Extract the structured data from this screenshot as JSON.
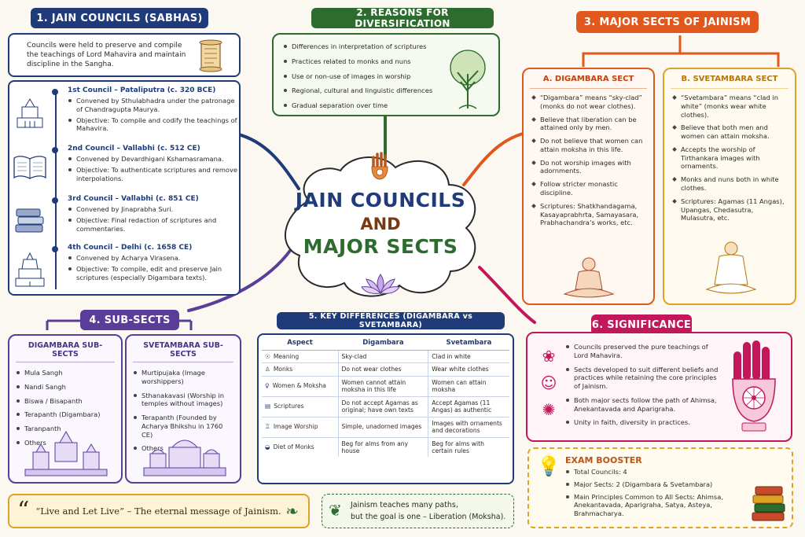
{
  "center": {
    "line1": "JAIN COUNCILS",
    "line2": "AND",
    "line3": "MAJOR SECTS"
  },
  "councils": {
    "header": "1. JAIN COUNCILS (SABHAS)",
    "intro": "Councils were held to preserve and compile the teachings of Lord Mahavira and maintain discipline in the Sangha.",
    "items": [
      {
        "title": "1st Council – Pataliputra (c. 320 BCE)",
        "points": [
          "Convened by Sthulabhadra under the patronage of Chandragupta Maurya.",
          "Objective: To compile and codify the teachings of Mahavira."
        ]
      },
      {
        "title": "2nd Council – Vallabhi (c. 512 CE)",
        "points": [
          "Convened by Devardhigani Kshamasramana.",
          "Objective: To authenticate scriptures and remove interpolations."
        ]
      },
      {
        "title": "3rd Council – Vallabhi (c. 851 CE)",
        "points": [
          "Convened by Jinaprabha Suri.",
          "Objective: Final redaction of scriptures and commentaries."
        ]
      },
      {
        "title": "4th Council – Delhi (c. 1658 CE)",
        "points": [
          "Convened by Acharya Virasena.",
          "Objective: To compile, edit and preserve Jain scriptures (especially Digambara texts)."
        ]
      }
    ]
  },
  "reasons": {
    "header": "2. REASONS FOR DIVERSIFICATION",
    "items": [
      "Differences in interpretation of scriptures",
      "Practices related to monks and nuns",
      "Use or non-use of images in worship",
      "Regional, cultural and linguistic differences",
      "Gradual separation over time"
    ]
  },
  "sects": {
    "header": "3. MAJOR SECTS OF JAINISM",
    "digambara": {
      "title": "A. DIGAMBARA SECT",
      "items": [
        "“Digambara” means “sky-clad” (monks do not wear clothes).",
        "Believe that liberation can be attained only by men.",
        "Do not believe that women can attain moksha in this life.",
        "Do not worship images with adornments.",
        "Follow stricter monastic discipline.",
        "Scriptures: Shatkhandagama, Kasayaprabhrta, Samayasara, Prabhachandra’s works, etc."
      ]
    },
    "svetambara": {
      "title": "B. SVETAMBARA SECT",
      "items": [
        "“Svetambara” means “clad in white” (monks wear white clothes).",
        "Believe that both men and women can attain moksha.",
        "Accepts the worship of Tirthankara images with ornaments.",
        "Monks and nuns both in white clothes.",
        "Scriptures: Agamas (11 Angas), Upangas, Chedasutra, Mulasutra, etc."
      ]
    }
  },
  "subsects": {
    "header": "4. SUB-SECTS",
    "digambara": {
      "title": "DIGAMBARA SUB-SECTS",
      "items": [
        "Mula Sangh",
        "Nandi Sangh",
        "Biswa / Bisapanth",
        "Terapanth (Digambara)",
        "Taranpanth",
        "Others"
      ]
    },
    "svetambara": {
      "title": "SVETAMBARA SUB-SECTS",
      "items": [
        "Murtipujaka (Image worshippers)",
        "Sthanakavasi (Worship in temples without images)",
        "Terapanth (Founded by Acharya Bhikshu in 1760 CE)",
        "Others"
      ]
    }
  },
  "differences": {
    "header": "5. KEY DIFFERENCES (DIGAMBARA vs SVETAMBARA)",
    "columns": [
      "Aspect",
      "Digambara",
      "Svetambara"
    ],
    "rows": [
      [
        "Meaning",
        "Sky-clad",
        "Clad in white"
      ],
      [
        "Monks",
        "Do not wear clothes",
        "Wear white clothes"
      ],
      [
        "Women & Moksha",
        "Women cannot attain moksha in this life",
        "Women can attain moksha"
      ],
      [
        "Scriptures",
        "Do not accept Agamas as original; have own texts",
        "Accept Agamas (11 Angas) as authentic"
      ],
      [
        "Image Worship",
        "Simple, unadorned images",
        "Images with ornaments and decorations"
      ],
      [
        "Diet of Monks",
        "Beg for alms from any house",
        "Beg for alms with certain rules"
      ]
    ]
  },
  "significance": {
    "header": "6. SIGNIFICANCE",
    "items": [
      "Councils preserved the pure teachings of Lord Mahavira.",
      "Sects developed to suit different beliefs and practices while retaining the core principles of Jainism.",
      "Both major sects follow the path of Ahimsa, Anekantavada and Aparigraha.",
      "Unity in faith, diversity in practices."
    ]
  },
  "exam": {
    "header": "EXAM BOOSTER",
    "items": [
      "Total Councils: 4",
      "Major Sects: 2 (Digambara & Svetambara)",
      "Main Principles Common to All Sects: Ahimsa, Anekantavada, Aparigraha, Satya, Asteya, Brahmacharya."
    ]
  },
  "quote": {
    "text": "“Live and Let Live” – The eternal message of Jainism.",
    "mark": "“"
  },
  "message": {
    "line1": "Jainism teaches many paths,",
    "line2": "but the goal is one – Liberation (Moksha)."
  },
  "colors": {
    "navy": "#1f3b7a",
    "green": "#2e6b2f",
    "orange": "#e0581c",
    "purple": "#5a3d99",
    "pink": "#c2185b",
    "gold": "#e0a225"
  }
}
